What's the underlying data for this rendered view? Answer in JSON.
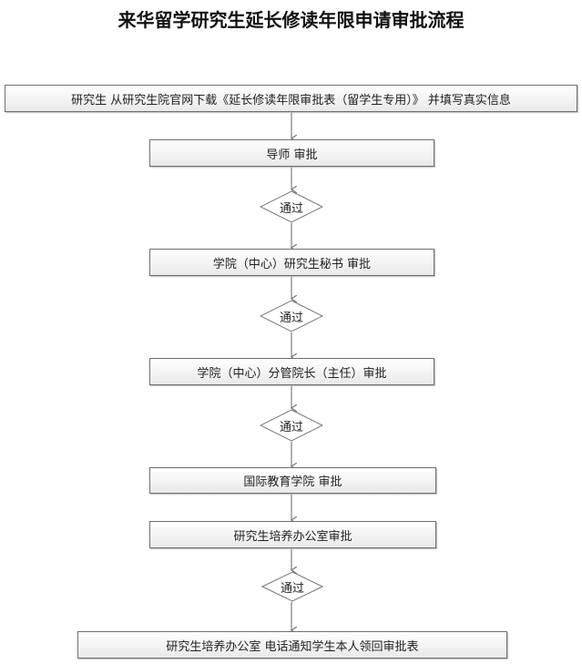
{
  "title": "来华留学研究生延长修读年限申请审批流程",
  "steps": [
    "研究生  从研究生院官网下载《延长修读年限审批表（留学生专用）》 并填写真实信息",
    "导师  审批",
    "学院（中心）研究生秘书  审批",
    "学院（中心）分管院长（主任）审批",
    "国际教育学院  审批",
    "研究生培养办公室审批",
    "研究生培养办公室  电话通知学生本人领回审批表"
  ],
  "decision_label": "通过"
}
